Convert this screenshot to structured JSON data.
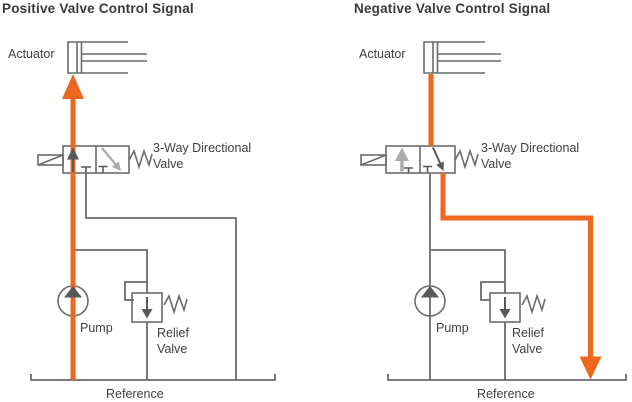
{
  "colors": {
    "flow_highlight_orange": "#EF671E",
    "circuit_line_gray": "#6A6B6E",
    "active_symbol_dark_gray": "#58595B",
    "inactive_symbol_light_gray": "#A9ABAE",
    "label_text": "#414042",
    "title_text": "#3A3A3C",
    "background": "#FFFFFF"
  },
  "diagrams": [
    {
      "title": "Positive Valve Control Signal",
      "labels": {
        "actuator": "Actuator",
        "directional_valve": "3-Way Directional Valve",
        "pump": "Pump",
        "relief_valve": "Relief Valve",
        "reference": "Reference"
      },
      "flow_arrow_direction": "up",
      "flow_path": "reference to pump through valve left position up into actuator"
    },
    {
      "title": "Negative Valve Control Signal",
      "labels": {
        "actuator": "Actuator",
        "directional_valve": "3-Way Directional Valve",
        "pump": "Pump",
        "relief_valve": "Relief Valve",
        "reference": "Reference"
      },
      "flow_arrow_direction": "down",
      "flow_path": "actuator through valve right position down to reference"
    }
  ]
}
